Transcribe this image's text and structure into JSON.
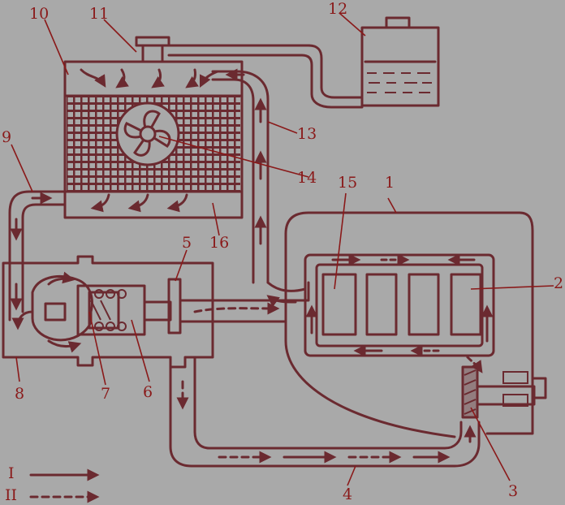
{
  "callouts": {
    "c1": "1",
    "c2": "2",
    "c3": "3",
    "c4": "4",
    "c5": "5",
    "c6": "6",
    "c7": "7",
    "c8": "8",
    "c9": "9",
    "c10": "10",
    "c11": "11",
    "c12": "12",
    "c13": "13",
    "c14": "14",
    "c15": "15",
    "c16": "16"
  },
  "legend": {
    "solid_label": "I",
    "dashed_label": "II"
  },
  "colors": {
    "background": "#a9a9a9",
    "line": "#6b2a30",
    "label": "#8a1a1a"
  }
}
